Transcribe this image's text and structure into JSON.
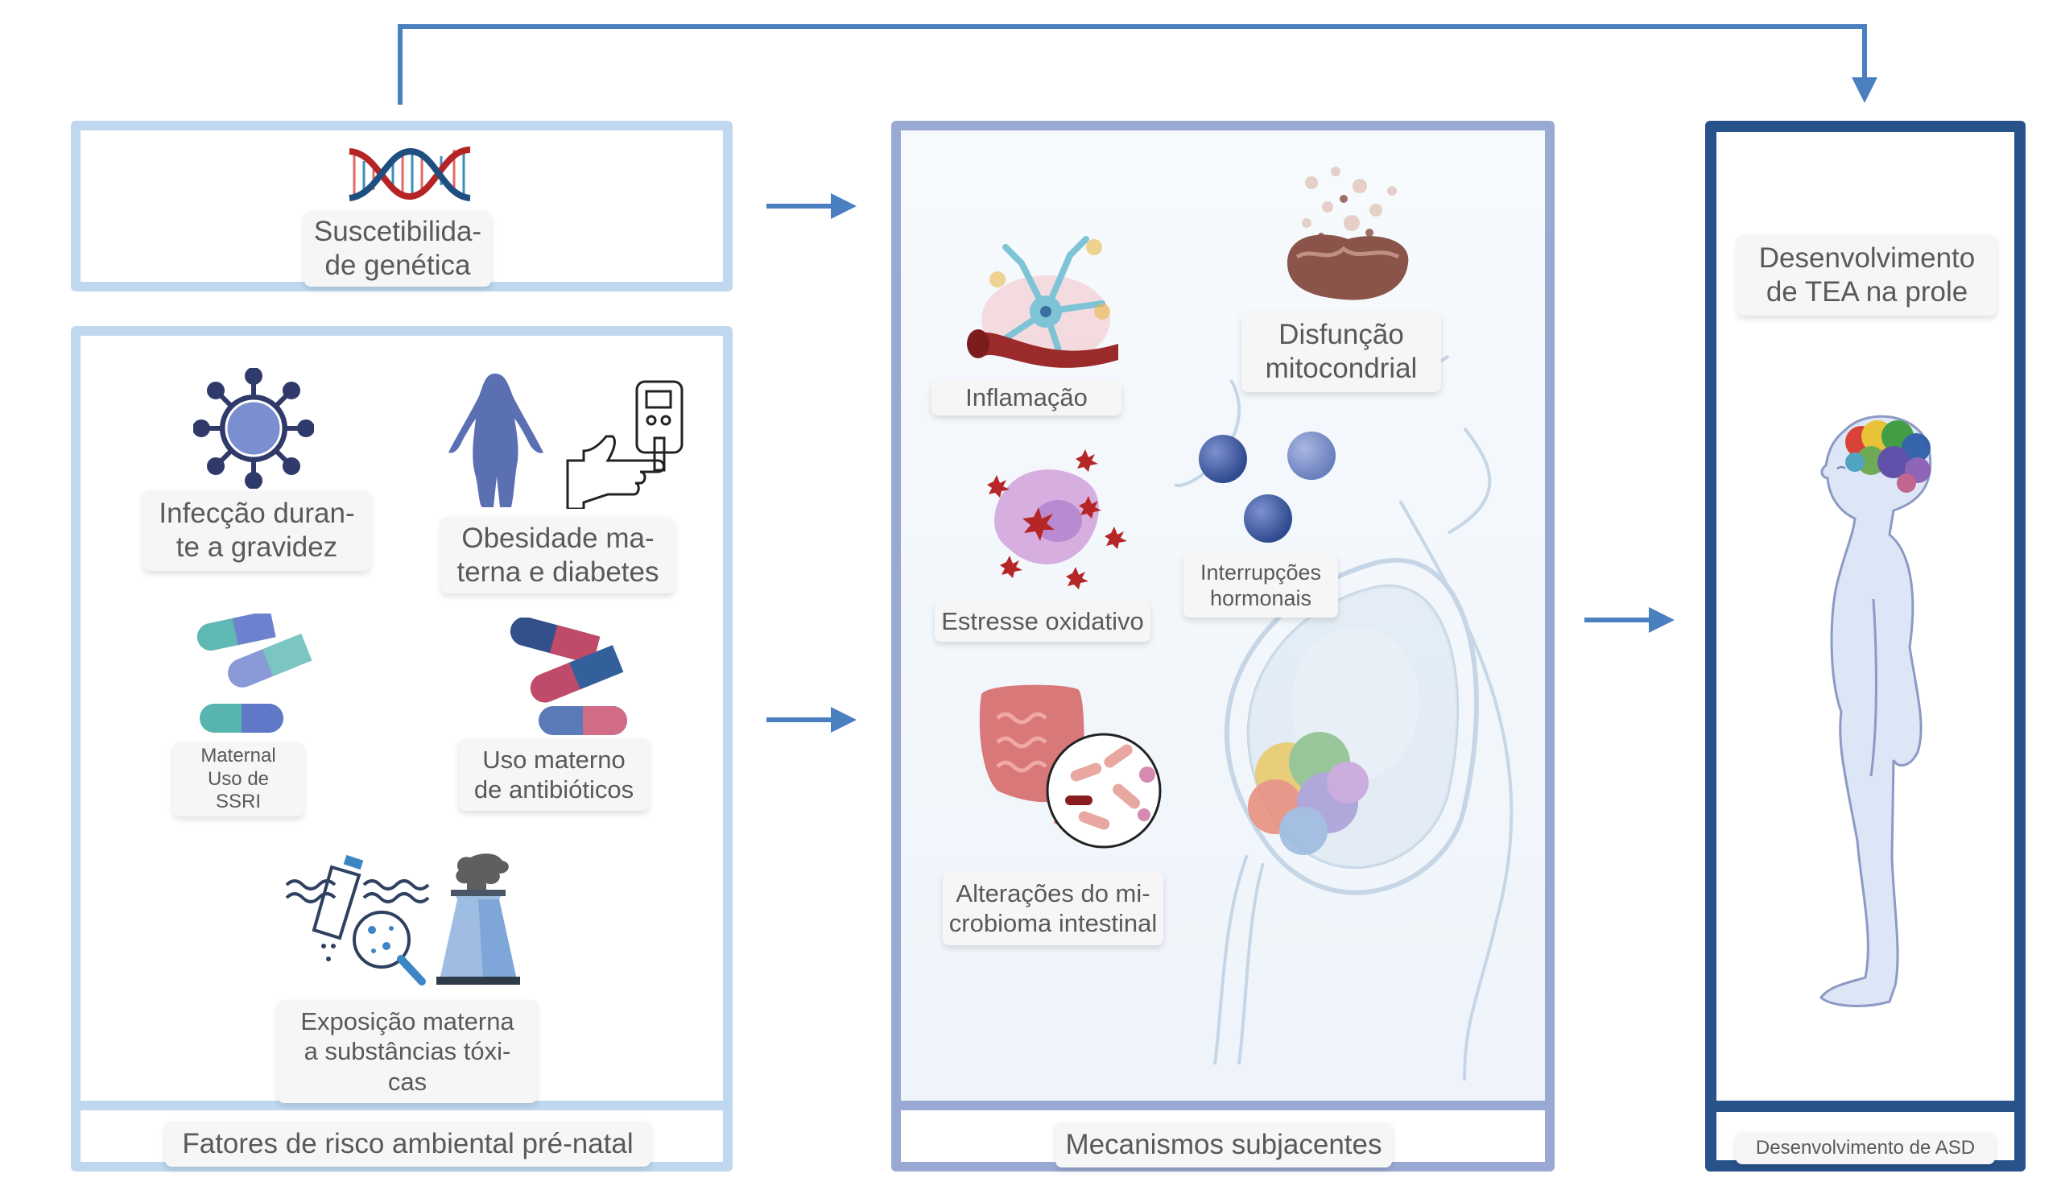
{
  "colors": {
    "arrow": "#4a7fc0",
    "panel_left_border": "#bfd8ef",
    "panel_middle_border": "#9aa9d3",
    "panel_right_border": "#28528a",
    "label_bg": "#f6f6f6",
    "label_text": "#595959"
  },
  "left": {
    "genetic": {
      "icon": "dna-icon",
      "label": "Suscetibilida-\nde genética"
    },
    "risk_factors": {
      "items": [
        {
          "icon": "virus-icon",
          "label": "Infecção duran-\nte a gravidez"
        },
        {
          "icon": "obesity-glucometer-icon",
          "label": "Obesidade ma-\nterna e diabetes"
        },
        {
          "icon": "ssri-pills-icon",
          "label": "Maternal\nUso de\nSSRI"
        },
        {
          "icon": "antibiotic-pills-icon",
          "label": "Uso materno\nde antibióticos"
        },
        {
          "icon": "pollution-icon",
          "label": "Exposição materna\na substâncias tóxi-\ncas"
        }
      ],
      "footer": "Fatores de risco ambiental pré-natal"
    }
  },
  "middle": {
    "items": [
      {
        "icon": "inflammation-neuron-icon",
        "label": "Inflamação"
      },
      {
        "icon": "mitochondria-icon",
        "label": "Disfunção\nmitocondrial"
      },
      {
        "icon": "oxidative-stress-cell-icon",
        "label": "Estresse oxidativo"
      },
      {
        "icon": "hormone-spheres-icon",
        "label": "Interrupções\nhormonais"
      },
      {
        "icon": "gut-microbiome-icon",
        "label": "Alterações do mi-\ncrobioma intestinal"
      }
    ],
    "background": "pregnant-woman-fetus-illustration",
    "footer": "Mecanismos subjacentes"
  },
  "right": {
    "title": "Desenvolvimento\nde TEA na prole",
    "icon": "child-brain-illustration",
    "footer": "Desenvolvimento de ASD"
  }
}
